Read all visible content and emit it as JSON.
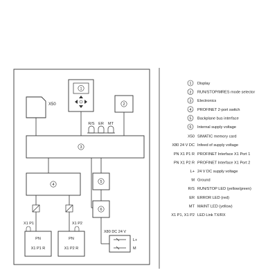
{
  "diagram": {
    "labels": {
      "x50": "X50",
      "rs": "R/S",
      "er": "ER",
      "mt": "MT",
      "x1p1": "X1 P1",
      "x1p2": "X1 P2",
      "pn": "PN",
      "x1p1r": "X1 P1 R",
      "x1p2r": "X1 P2 R",
      "x80": "X80 DC 24 V",
      "lplus": "L+",
      "m": "M"
    },
    "callouts": {
      "display": "1",
      "mode_selector": "2",
      "electronics": "3",
      "profinet_switch": "4",
      "backplane": "5",
      "internal_supply": "6"
    }
  },
  "legend": {
    "numbered": [
      {
        "num": "1",
        "text": "Display"
      },
      {
        "num": "2",
        "text": "RUN/STOP/MRES mode selector"
      },
      {
        "num": "3",
        "text": "Electronics"
      },
      {
        "num": "4",
        "text": "PROFINET 2-port switch"
      },
      {
        "num": "5",
        "text": "Backplane bus interface"
      },
      {
        "num": "6",
        "text": "Internal supply voltage"
      }
    ],
    "keyed": [
      {
        "key": "X50",
        "text": "SIMATIC memory card"
      },
      {
        "key": "X80 24 V DC",
        "text": "Infeed of supply voltage"
      },
      {
        "key": "PN X1 P1 R",
        "text": "PROFINET Interface X1 Port 1"
      },
      {
        "key": "PN X1 P2 R",
        "text": "PROFINET Interface X1 Port 2"
      },
      {
        "key": "L+",
        "text": "24 V DC supply voltage"
      },
      {
        "key": "M",
        "text": "Ground"
      },
      {
        "key": "R/S",
        "text": "RUN/STOP LED (yellow/green)"
      },
      {
        "key": "ER",
        "text": "ERROR LED (red)"
      },
      {
        "key": "MT",
        "text": "MAINT LED (yellow)"
      },
      {
        "key": "X1 P1, X1 P2",
        "text": "LED Link TX/RX"
      }
    ]
  }
}
